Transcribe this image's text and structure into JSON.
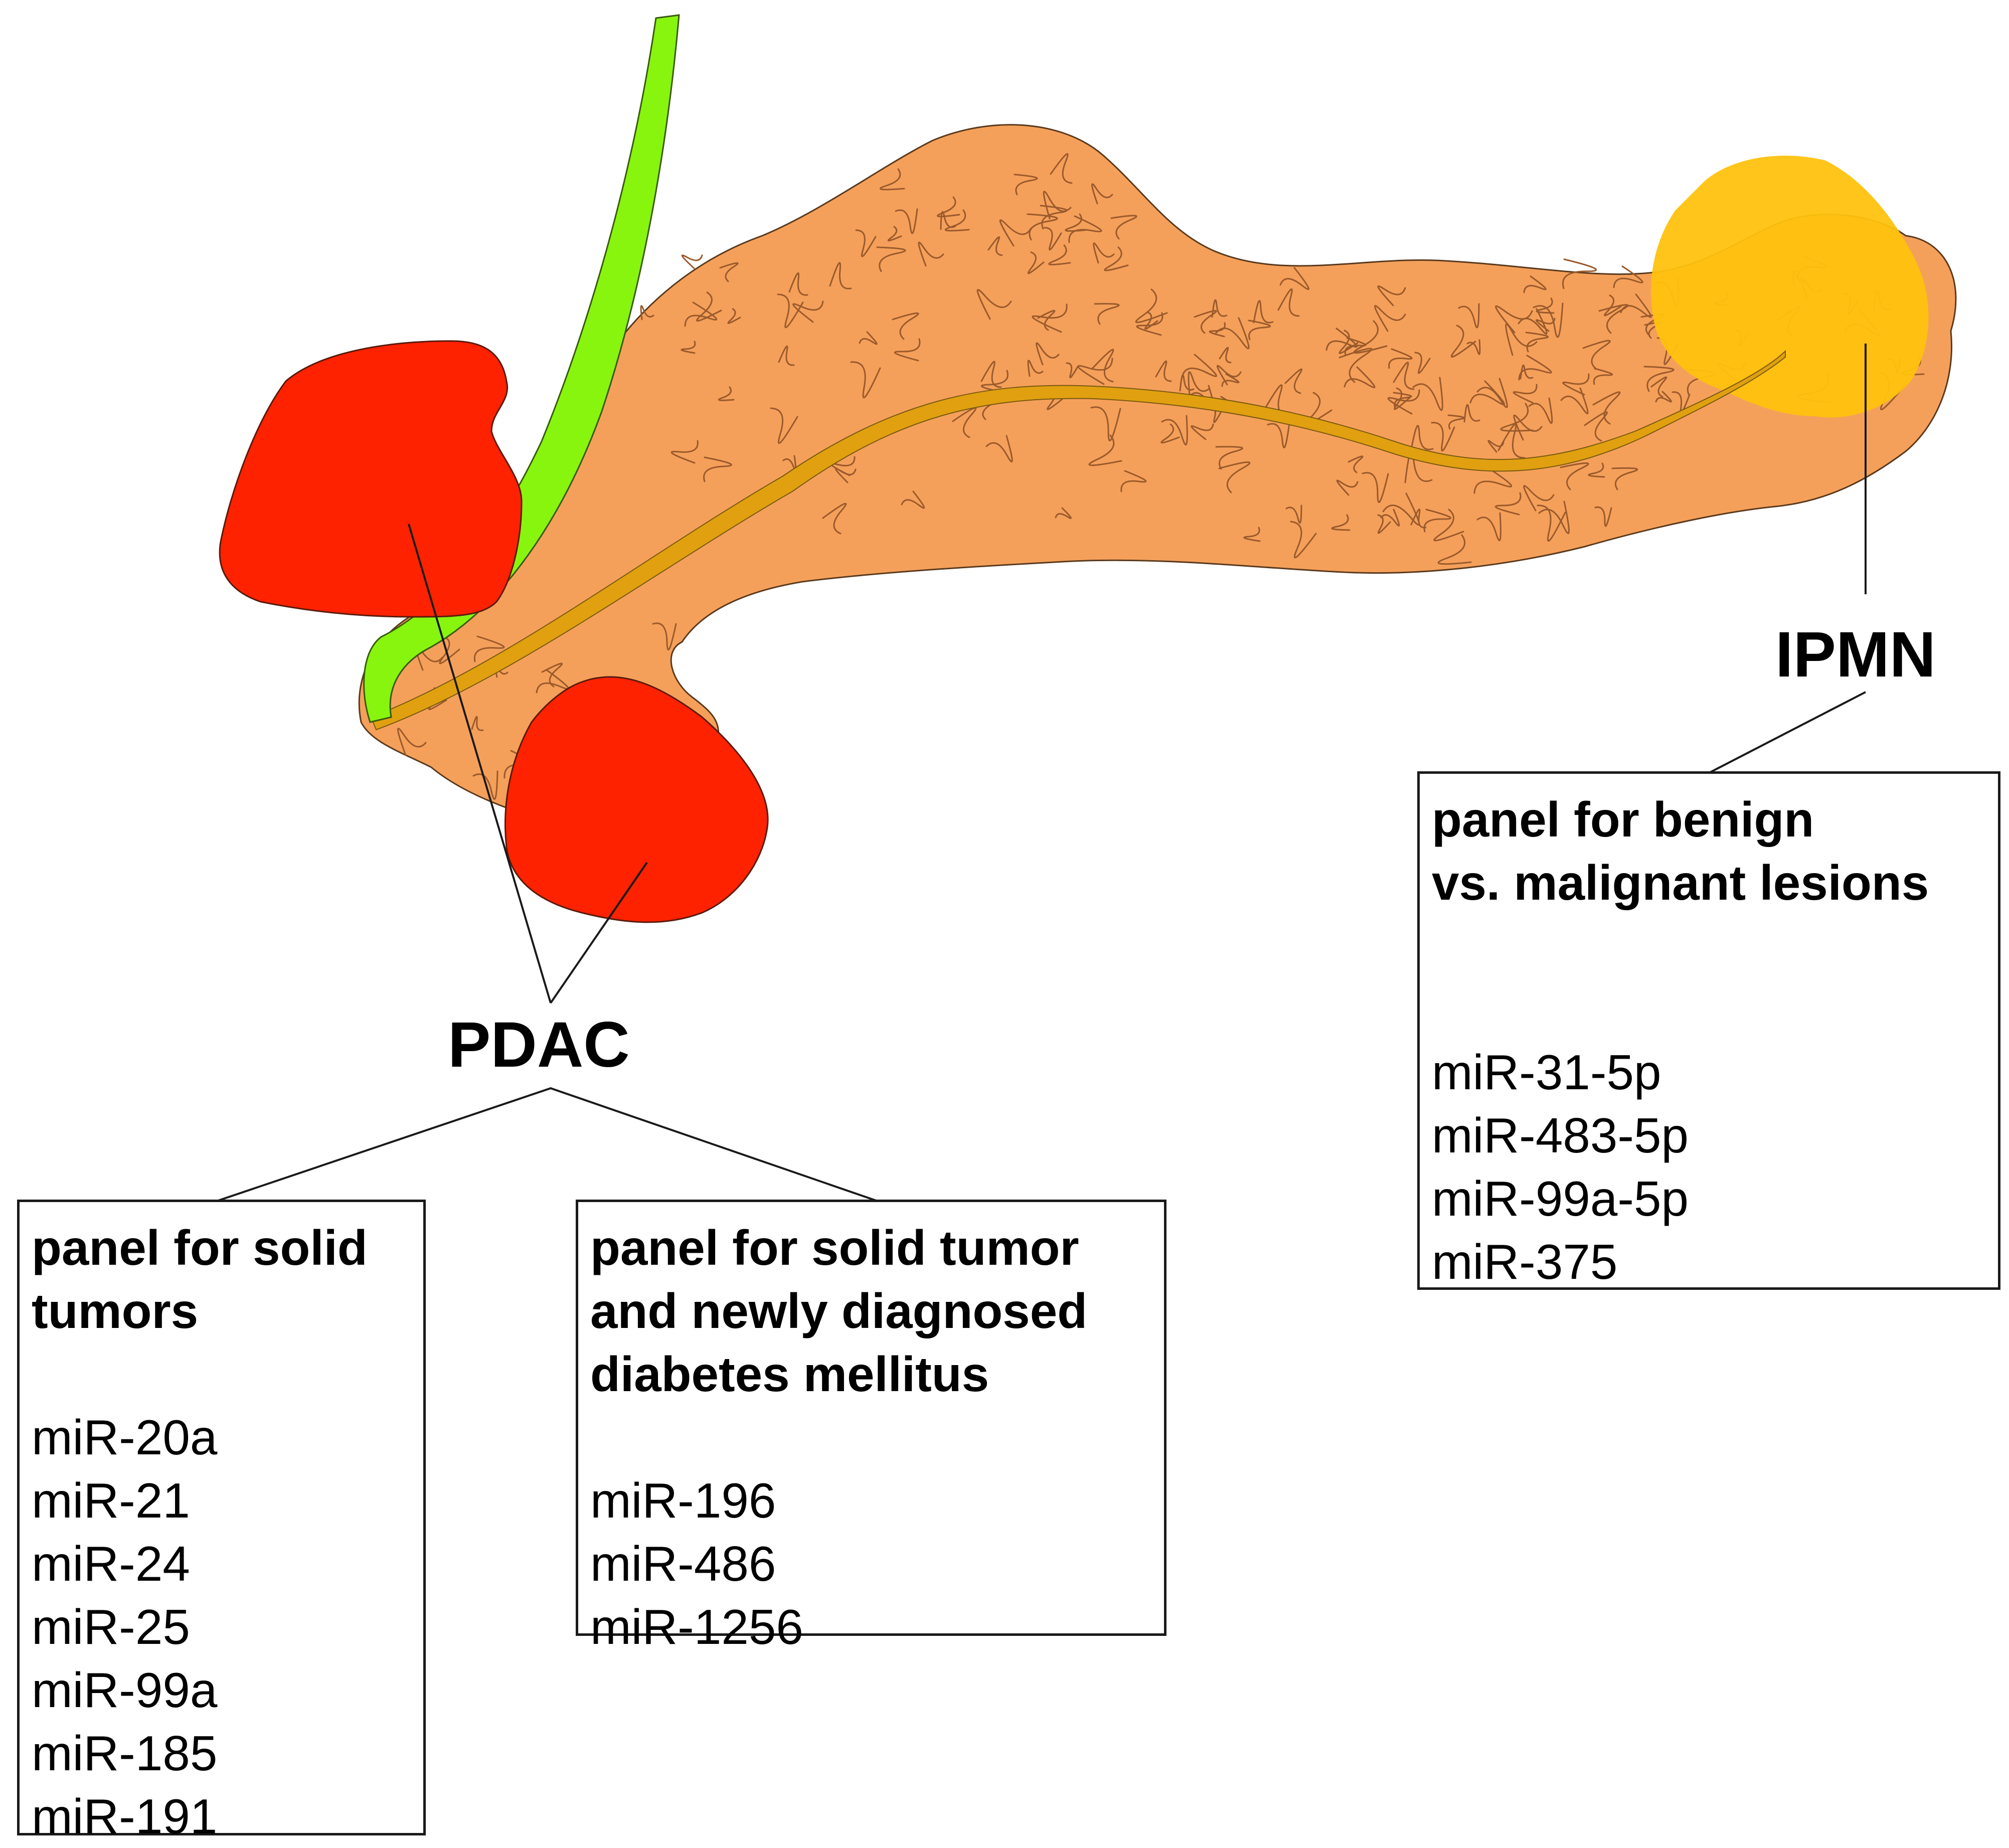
{
  "colors": {
    "pancreas": "#f5a05a",
    "pancreas_outline": "#5a3a1e",
    "texture": "#9a5a2c",
    "bile_duct": "#88f50e",
    "pancreatic_duct": "#e0a010",
    "tumor": "#ff2200",
    "ipmn": "#ffc20e",
    "line": "#1a1a1a"
  },
  "labels": {
    "pdac": "PDAC",
    "ipmn": "IPMN"
  },
  "panels": {
    "solid": {
      "title": "panel for solid\ntumors",
      "mirnas": [
        "miR-20a",
        "miR-21",
        "miR-24",
        "miR-25",
        "miR-99a",
        "miR-185",
        "miR-191"
      ]
    },
    "diabetes": {
      "title": "panel for solid tumor\nand newly diagnosed\ndiabetes mellitus",
      "mirnas": [
        "miR-196",
        "miR-486",
        "miR-1256"
      ]
    },
    "ipmn": {
      "title": "panel for benign\nvs. malignant lesions",
      "mirnas": [
        "miR-31-5p",
        "miR-483-5p",
        "miR-99a-5p",
        "miR-375"
      ]
    }
  }
}
